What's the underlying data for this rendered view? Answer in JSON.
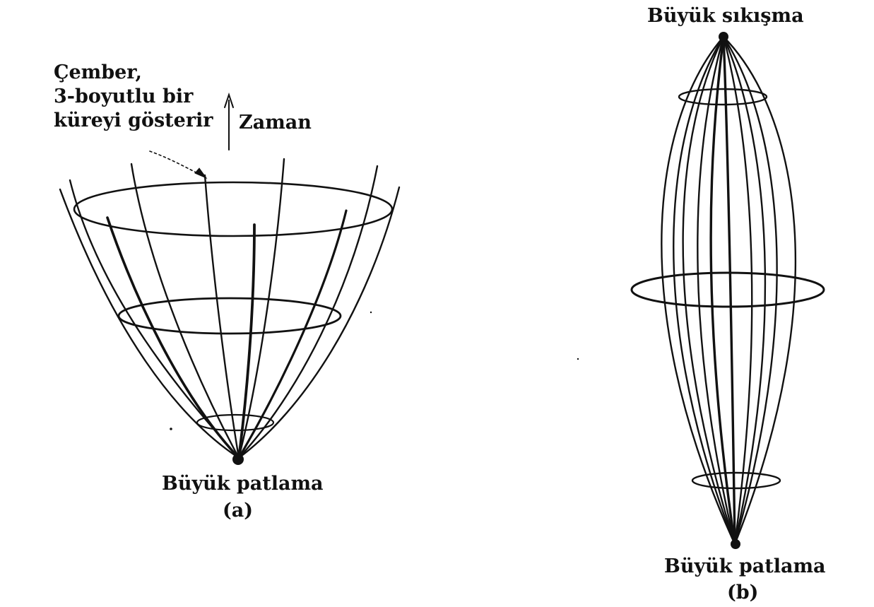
{
  "panel_a": {
    "note_lines": [
      "Çember,",
      "3-boyutlu bir",
      "küreyi gösterir"
    ],
    "time_label": "Zaman",
    "base_label": "Büyük patlama",
    "caption": "(a)"
  },
  "panel_b": {
    "top_label": "Büyük sıkışma",
    "base_label": "Büyük patlama",
    "caption": "(b)"
  },
  "colors": {
    "ink": "#111111",
    "background": "#ffffff"
  }
}
